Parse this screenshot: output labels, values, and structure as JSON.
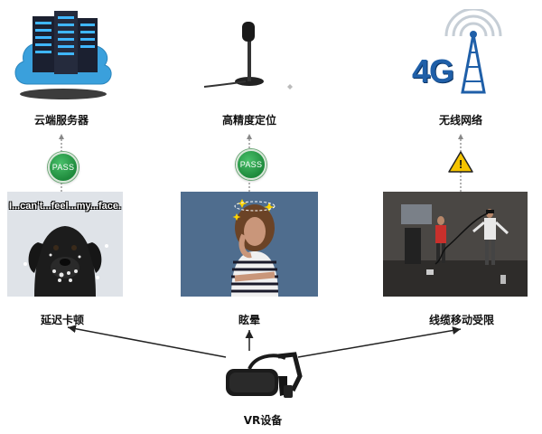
{
  "nodes": {
    "server": {
      "label": "云端服务器"
    },
    "positioning": {
      "label": "高精度定位"
    },
    "wireless": {
      "label": "无线网络",
      "logo_text": "4G"
    },
    "latency": {
      "label": "延迟卡顿",
      "meme_caption": "I...can't...feel...my...face."
    },
    "dizziness": {
      "label": "眩晕"
    },
    "cable": {
      "label": "线缆移动受限"
    },
    "vr": {
      "label": "VR设备"
    }
  },
  "badges": {
    "pass_label": "PASS",
    "warning_symbol": "!"
  },
  "colors": {
    "pass_green": "#2e9b4a",
    "warning_yellow": "#f5c400",
    "logo_blue": "#1f5fa8",
    "cloud_blue": "#3aa0dc",
    "arrow": "#222222"
  }
}
